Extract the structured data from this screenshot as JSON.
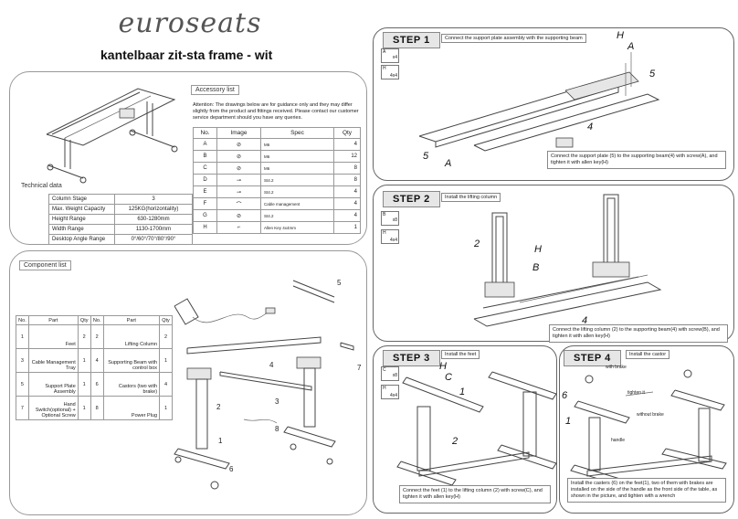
{
  "brand": "euroseats",
  "subtitle": "kantelbaar zit-sta frame - wit",
  "accessory": {
    "title": "Accessory list",
    "note": "Attention: The drawings below are for guidance only and they may differ slightly from the product and fittings received. Please contact our customer service department should you have any queries.",
    "headers": {
      "no": "No.",
      "image": "Image",
      "spec": "Spec",
      "qty": "Qty"
    },
    "rows": [
      {
        "no": "A",
        "spec": "M6",
        "qty": "4"
      },
      {
        "no": "B",
        "spec": "M6",
        "qty": "12"
      },
      {
        "no": "C",
        "spec": "M6",
        "qty": "8"
      },
      {
        "no": "D",
        "spec": "St4.2",
        "qty": "8"
      },
      {
        "no": "E",
        "spec": "St4.2",
        "qty": "4"
      },
      {
        "no": "F",
        "spec": "Cable management",
        "qty": "4"
      },
      {
        "no": "G",
        "spec": "St4.2",
        "qty": "4"
      },
      {
        "no": "H",
        "spec": "Allen Key 4x4mm",
        "qty": "1"
      }
    ]
  },
  "technical": {
    "title": "Technical data",
    "rows": [
      {
        "label": "Column Stage",
        "value": "3"
      },
      {
        "label": "Max. Weight Capacity",
        "value": "125KG(horizontality)"
      },
      {
        "label": "Height Range",
        "value": "630-1280mm"
      },
      {
        "label": "Width Range",
        "value": "1130-1700mm"
      },
      {
        "label": "Desktop Angle Range",
        "value": "0°/60°/70°/80°/90°"
      }
    ]
  },
  "components": {
    "title": "Component list",
    "headers": {
      "no": "No.",
      "part": "Part",
      "qty": "Qty"
    },
    "rows": [
      {
        "no": "1",
        "part": "Feet",
        "qty": "2",
        "no2": "2",
        "part2": "Lifting Column",
        "qty2": "2"
      },
      {
        "no": "3",
        "part": "Cable Management Tray",
        "qty": "1",
        "no2": "4",
        "part2": "Supporting Beam with control box",
        "qty2": "1"
      },
      {
        "no": "5",
        "part": "Support  Plate Assembly",
        "qty": "1",
        "no2": "6",
        "part2": "Castors (two with brake)",
        "qty2": "4"
      },
      {
        "no": "7",
        "part": "Hand Switch(optional) + Optional Screw",
        "qty": "1",
        "no2": "8",
        "part2": "Power Plug",
        "qty2": "1"
      }
    ],
    "callouts": [
      "5",
      "4",
      "7",
      "3",
      "2",
      "8",
      "1",
      "6"
    ]
  },
  "step1": {
    "label": "STEP 1",
    "sub": "Connect the support  plate assembly with the supporting beam",
    "instruction": "Connect the support  plate (5) to the supporting beam(4) with screw(A), and tighten it with allen key(H)",
    "callouts": {
      "h": "H",
      "a1": "A",
      "n5a": "5",
      "n4": "4",
      "n5b": "5",
      "a2": "A"
    },
    "icon_a": "A",
    "icon_a_qty": "x4",
    "icon_h": "H",
    "icon_h_qty": "4x4"
  },
  "step2": {
    "label": "STEP 2",
    "sub": "Install the lifting column",
    "instruction": "Connect the lifting column (2) to the supporting beam(4) with screw(B), and tighten it with allen key(H)",
    "callouts": {
      "n2": "2",
      "h": "H",
      "b": "B",
      "n4": "4"
    },
    "icon_b": "B",
    "icon_b_qty": "x8",
    "icon_h": "H",
    "icon_h_qty": "4x4"
  },
  "step3": {
    "label": "STEP 3",
    "sub": "Install the feet",
    "instruction": "Connect the feet (1) to the lifting column (2) with screw(C), and tighten it with allen key(H)",
    "callouts": {
      "h": "H",
      "c": "C",
      "n1": "1",
      "n2": "2"
    },
    "icon_c": "C",
    "icon_c_qty": "x8",
    "icon_h": "H",
    "icon_h_qty": "4x4"
  },
  "step4": {
    "label": "STEP 4",
    "sub": "Install the castor",
    "instruction": "Install the casters (6) on the feet(1), two of them with brakes are installed on the side of the handle as the front side of the table, as shown in the picture, and tighten with a wrench",
    "with_brake": "with brake",
    "tighten_it": "tighten it",
    "without_brake": "without brake",
    "handle": "handle",
    "n6": "6",
    "n1": "1"
  },
  "colors": {
    "line": "#444444",
    "panel_border": "#999999",
    "step_bg": "#e6e6e6"
  }
}
